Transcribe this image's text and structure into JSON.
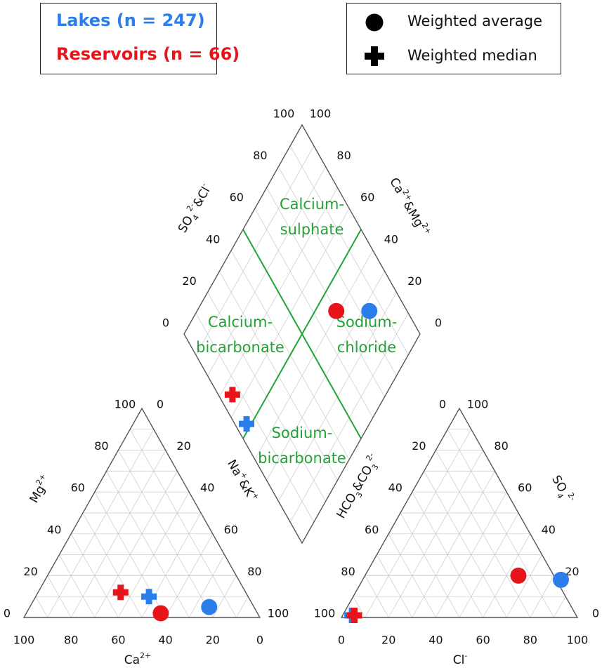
{
  "colors": {
    "lakes": "#2b7de9",
    "reservoirs": "#e8141c",
    "region": "#21a336",
    "axis": "#555555",
    "grid": "#c8c8c8"
  },
  "legend": {
    "groups": [
      {
        "label": "Lakes (n = 247)",
        "color": "#2b7de9"
      },
      {
        "label": "Reservoirs (n = 66)",
        "color": "#e8141c"
      }
    ],
    "symbols": [
      {
        "label": "Weighted average",
        "icon": "filled-circle"
      },
      {
        "label": "Weighted median",
        "icon": "plus-cross"
      }
    ]
  },
  "chart_data": {
    "type": "scatter",
    "subtype": "piper-diagram",
    "tick_values": [
      "0",
      "20",
      "40",
      "60",
      "80",
      "100"
    ],
    "axis_labels": {
      "cation_bottom": "Ca2+",
      "cation_left": "Mg2+",
      "cation_right": "Na+&K+",
      "anion_bottom": "Cl-",
      "anion_left": "HCO3-&CO32-",
      "anion_right": "SO42-",
      "diamond_left": "SO42-&Cl-",
      "diamond_right": "Ca2+&Mg2+"
    },
    "regions": [
      {
        "label_line1": "Calcium-",
        "label_line2": "sulphate"
      },
      {
        "label_line1": "Calcium-",
        "label_line2": "bicarbonate"
      },
      {
        "label_line1": "Sodium-",
        "label_line2": "chloride"
      },
      {
        "label_line1": "Sodium-",
        "label_line2": "bicarbonate"
      }
    ],
    "series": [
      {
        "name": "Lakes",
        "statistic": "Weighted average",
        "color": "#2b7de9",
        "marker": "circle",
        "cations": {
          "Ca": 19,
          "Mg": 5,
          "NaK": 76
        },
        "anions": {
          "Cl": 84,
          "SO4": 18,
          "HCO3CO3": 0
        }
      },
      {
        "name": "Reservoirs",
        "statistic": "Weighted average",
        "color": "#e8141c",
        "marker": "circle",
        "cations": {
          "Ca": 41,
          "Mg": 2,
          "NaK": 57
        },
        "anions": {
          "Cl": 65,
          "SO4": 20,
          "HCO3CO3": 15
        }
      },
      {
        "name": "Lakes",
        "statistic": "Weighted median",
        "color": "#2b7de9",
        "marker": "plus",
        "cations": {
          "Ca": 42,
          "Mg": 10,
          "NaK": 48
        },
        "anions": {
          "Cl": 4,
          "SO4": 1,
          "HCO3CO3": 95
        }
      },
      {
        "name": "Reservoirs",
        "statistic": "Weighted median",
        "color": "#e8141c",
        "marker": "plus",
        "cations": {
          "Ca": 53,
          "Mg": 12,
          "NaK": 35
        },
        "anions": {
          "Cl": 5,
          "SO4": 1,
          "HCO3CO3": 94
        }
      }
    ],
    "diamond_points": [
      {
        "name": "Lakes",
        "statistic": "Weighted average",
        "color": "#2b7de9",
        "marker": "circle",
        "SO4_Cl": 84,
        "Ca_Mg": 27
      },
      {
        "name": "Reservoirs",
        "statistic": "Weighted average",
        "color": "#e8141c",
        "marker": "circle",
        "SO4_Cl": 70,
        "Ca_Mg": 41
      },
      {
        "name": "Lakes",
        "statistic": "Weighted median",
        "color": "#2b7de9",
        "marker": "plus",
        "SO4_Cl": 5,
        "Ca_Mg": 52
      },
      {
        "name": "Reservoirs",
        "statistic": "Weighted median",
        "color": "#e8141c",
        "marker": "plus",
        "SO4_Cl": 6,
        "Ca_Mg": 65
      }
    ]
  }
}
